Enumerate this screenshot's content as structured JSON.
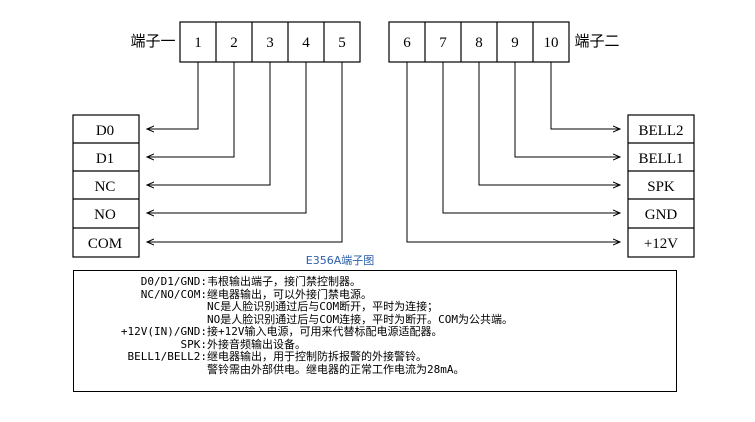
{
  "terminal1": {
    "label": "端子一",
    "pins": [
      "1",
      "2",
      "3",
      "4",
      "5"
    ]
  },
  "terminal2": {
    "label": "端子二",
    "pins": [
      "6",
      "7",
      "8",
      "9",
      "10"
    ]
  },
  "left_signals": [
    "D0",
    "D1",
    "NC",
    "NO",
    "COM"
  ],
  "right_signals": [
    "BELL2",
    "BELL1",
    "SPK",
    "GND",
    "+12V"
  ],
  "caption": "E356A端子图",
  "caption_color": "#2a5ea8",
  "notes": [
    {
      "key": "D0/D1/GND:",
      "text": "韦根输出端子，接门禁控制器。"
    },
    {
      "key": "NC/NO/COM:",
      "text": "继电器输出，可以外接门禁电源。"
    },
    {
      "key": "",
      "text": "NC是人脸识别通过后与COM断开，平时为连接；"
    },
    {
      "key": "",
      "text": "NO是人脸识别通过后与COM连接，平时为断开。COM为公共端。"
    },
    {
      "key": "+12V(IN)/GND:",
      "text": "接+12V输入电源，可用来代替标配电源适配器。"
    },
    {
      "key": "SPK:",
      "text": "外接音频输出设备。"
    },
    {
      "key": "BELL1/BELL2:",
      "text": "继电器输出，用于控制防拆报警的外接警铃。"
    },
    {
      "key": "",
      "text": "警铃需由外部供电。继电器的正常工作电流为28mA。"
    }
  ]
}
